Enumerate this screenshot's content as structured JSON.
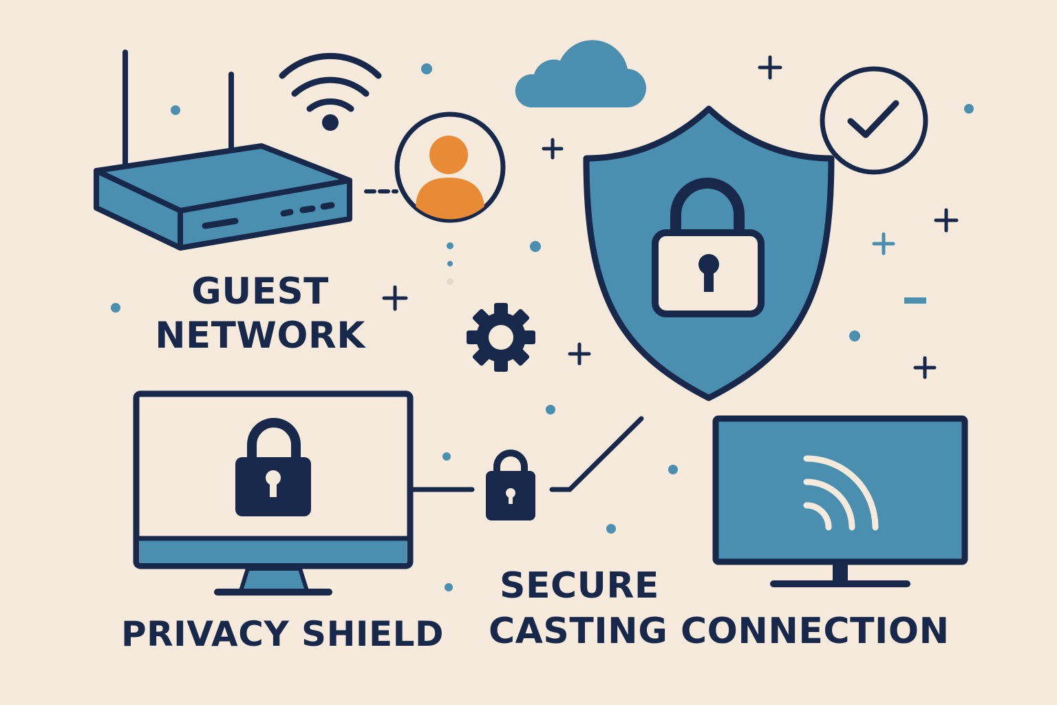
{
  "labels": {
    "guest_network": [
      "GUEST",
      "NETWORK"
    ],
    "privacy_shield": "PRIVACY SHIELD",
    "secure_casting": [
      "SECURE",
      "CASTING CONNECTION"
    ]
  },
  "icons": {
    "router": "router-icon",
    "wifi": "wifi-icon",
    "user": "user-avatar-icon",
    "cloud": "cloud-icon",
    "shield": "shield-icon",
    "shield_lock": "padlock-icon",
    "check": "check-circle-icon",
    "gear": "gear-icon",
    "monitor": "monitor-icon",
    "small_lock": "padlock-icon",
    "tv": "tv-icon",
    "cast": "cast-icon"
  },
  "colors": {
    "background": "#f6eadc",
    "navy": "#17284a",
    "blue": "#4a8fb0",
    "orange": "#e98a35",
    "light": "#f6eadc"
  }
}
